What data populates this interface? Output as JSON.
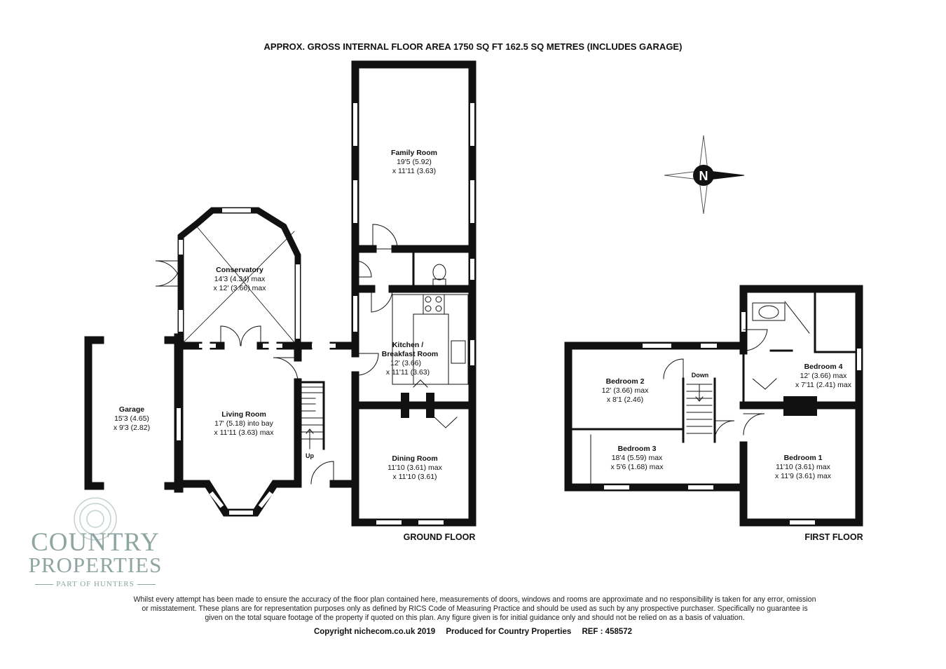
{
  "header": {
    "title": "APPROX. GROSS INTERNAL FLOOR AREA 1750 SQ FT 162.5 SQ METRES (INCLUDES GARAGE)"
  },
  "floors": {
    "ground": "GROUND FLOOR",
    "first": "FIRST FLOOR"
  },
  "rooms": {
    "family": {
      "name": "Family Room",
      "dim1": "19'5 (5.92)",
      "dim2": "x 11'11 (3.63)"
    },
    "conservatory": {
      "name": "Conservatory",
      "dim1": "14'3 (4.34) max",
      "dim2": "x 12' (3.66) max"
    },
    "kitchen": {
      "name1": "Kitchen /",
      "name2": "Breakfast Room",
      "dim1": "12' (3.66)",
      "dim2": "x 11'11 (3.63)"
    },
    "garage": {
      "name": "Garage",
      "dim1": "15'3 (4.65)",
      "dim2": "x 9'3 (2.82)"
    },
    "living": {
      "name": "Living Room",
      "dim1": "17' (5.18) into bay",
      "dim2": "x 11'11 (3.63) max"
    },
    "dining": {
      "name": "Dining Room",
      "dim1": "11'10 (3.61) max",
      "dim2": "x 11'10 (3.61)"
    },
    "bed2": {
      "name": "Bedroom 2",
      "dim1": "12' (3.66) max",
      "dim2": "x 8'1 (2.46)"
    },
    "bed3": {
      "name": "Bedroom 3",
      "dim1": "18'4 (5.59) max",
      "dim2": "x 5'6 (1.68) max"
    },
    "bed4": {
      "name": "Bedroom 4",
      "dim1": "12' (3.66) max",
      "dim2": "x 7'11 (2.41) max"
    },
    "bed1": {
      "name": "Bedroom 1",
      "dim1": "11'10 (3.61) max",
      "dim2": "x 11'9 (3.61) max"
    }
  },
  "stairs": {
    "up": "Up",
    "down": "Down"
  },
  "compass": {
    "label": "N"
  },
  "logo": {
    "line1": "COUNTRY",
    "line2": "PROPERTIES",
    "line3": "PART OF HUNTERS"
  },
  "disclaimer": "Whilst every attempt has been made to ensure the accuracy of the floor plan contained here, measurements of doors, windows and rooms are approximate and no responsibility is taken for any error, omission or misstatement. These plans are for representation purposes only as defined by RICS Code of Measuring Practice and should be used as such by any prospective purchaser. Specifically no guarantee is given on the total square footage of the property if quoted on this plan. Any figure given is for initial guidance only and should not be relied on as a basis of valuation.",
  "footer": {
    "copyright": "Copyright nichecom.co.uk 2019",
    "produced": "Produced for Country Properties",
    "ref": "REF : 458572"
  },
  "colors": {
    "wall": "#111111",
    "logo": "#8fa5a2",
    "window": "#ffffff"
  }
}
